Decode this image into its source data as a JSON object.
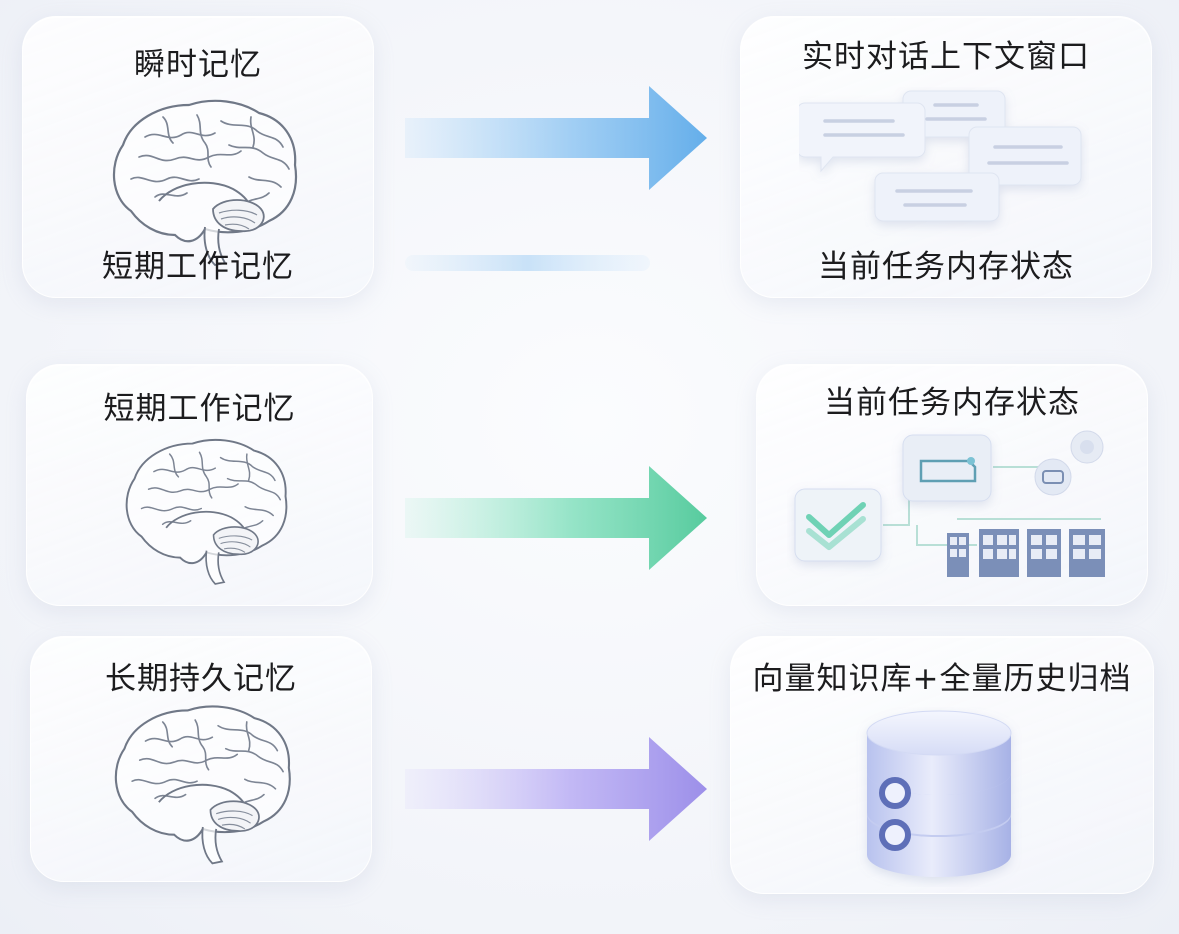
{
  "rows": [
    {
      "left": {
        "title": "瞬时记忆",
        "subtitle": "短期工作记忆"
      },
      "right": {
        "title": "实时对话上下文窗口",
        "subtitle": "当前任务内存状态"
      },
      "arrow_color": "#74b6ee"
    },
    {
      "left": {
        "title": "短期工作记忆"
      },
      "right": {
        "title": "当前任务内存状态"
      },
      "arrow_color": "#66d1a8"
    },
    {
      "left": {
        "title": "长期持久记忆"
      },
      "right": {
        "title": "向量知识库+全量历史归档"
      },
      "arrow_color": "#a99cee"
    }
  ],
  "icons": {
    "brain": "brain-icon",
    "chat": "chat-bubbles-icon",
    "task": "task-dashboard-icon",
    "database": "database-icon"
  }
}
